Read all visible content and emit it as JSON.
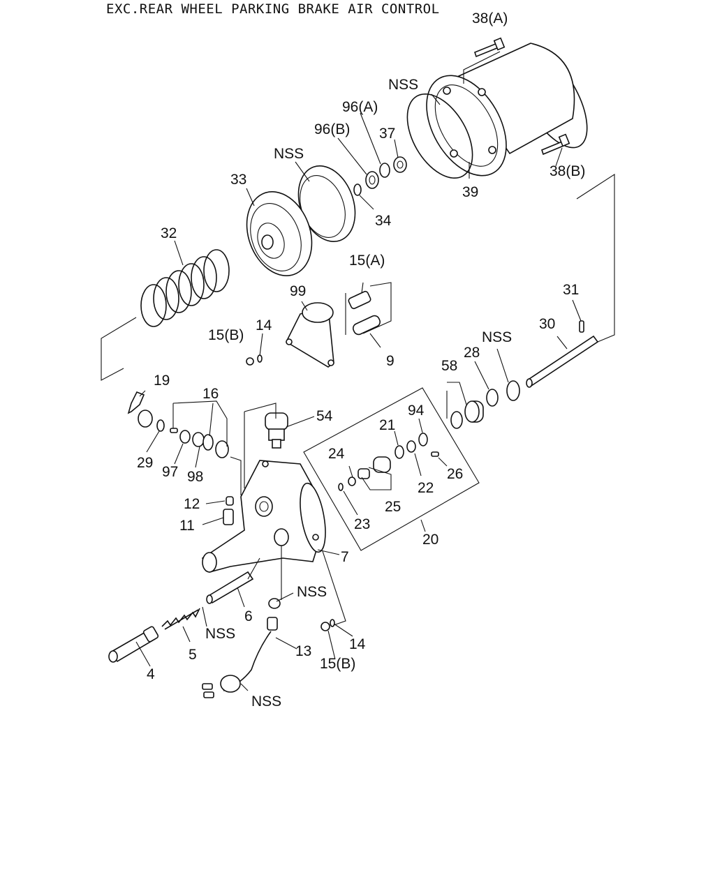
{
  "title": "EXC.REAR WHEEL PARKING BRAKE AIR CONTROL",
  "callouts": {
    "c38a": "38(A)",
    "cnss1": "NSS",
    "c96a": "96(A)",
    "c96b": "96(B)",
    "c37": "37",
    "c39": "39",
    "c38b": "38(B)",
    "cnss2": "NSS",
    "c33": "33",
    "c34": "34",
    "c32": "32",
    "c15a": "15(A)",
    "c99": "99",
    "c15b1": "15(B)",
    "c14a": "14",
    "c9": "9",
    "c31": "31",
    "c30": "30",
    "cnss3": "NSS",
    "c28": "28",
    "c58": "58",
    "c19": "19",
    "c16": "16",
    "c54": "54",
    "c94": "94",
    "c21": "21",
    "c24": "24",
    "c29": "29",
    "c97": "97",
    "c98": "98",
    "c26": "26",
    "c22": "22",
    "c12": "12",
    "c23": "23",
    "c25": "25",
    "c11": "11",
    "c20": "20",
    "c7": "7",
    "cnss4": "NSS",
    "c6": "6",
    "cnss5": "NSS",
    "c14b": "14",
    "c13": "13",
    "c5": "5",
    "c15b2": "15(B)",
    "c4": "4",
    "cnss6": "NSS"
  }
}
